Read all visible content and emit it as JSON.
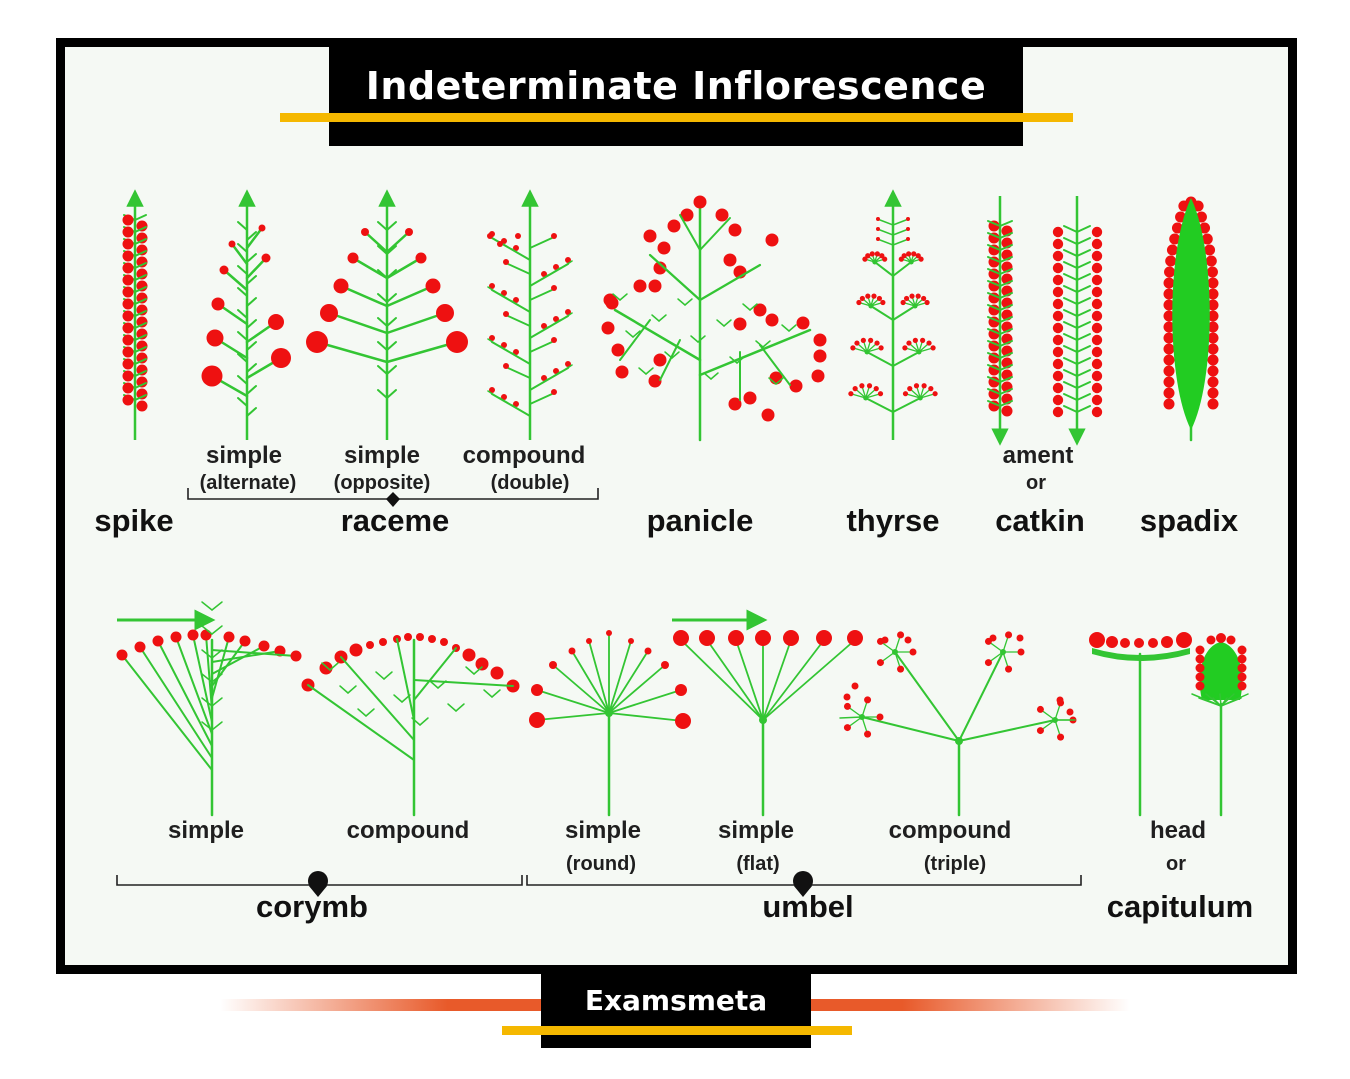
{
  "title": "Indeterminate Inflorescence",
  "footer": "Examsmeta",
  "colors": {
    "stem": "#33c533",
    "flower": "#ee1111",
    "frame": "#000000",
    "accent": "#f5b800",
    "footer_glow": "#e85a2a"
  },
  "labels": {
    "spike": "spike",
    "raceme_alt_1": "simple",
    "raceme_alt_2": "(alternate)",
    "raceme_opp_1": "simple",
    "raceme_opp_2": "(opposite)",
    "raceme_cmp_1": "compound",
    "raceme_cmp_2": "(double)",
    "raceme": "raceme",
    "panicle": "panicle",
    "thyrse": "thyrse",
    "catkin_1": "ament",
    "catkin_2": "or",
    "catkin": "catkin",
    "spadix": "spadix",
    "corymb_simple": "simple",
    "corymb_compound": "compound",
    "corymb": "corymb",
    "umbel_round_1": "simple",
    "umbel_round_2": "(round)",
    "umbel_flat_1": "simple",
    "umbel_flat_2": "(flat)",
    "umbel_cmp_1": "compound",
    "umbel_cmp_2": "(triple)",
    "umbel": "umbel",
    "head_1": "head",
    "head_2": "or",
    "capitulum": "capitulum"
  }
}
